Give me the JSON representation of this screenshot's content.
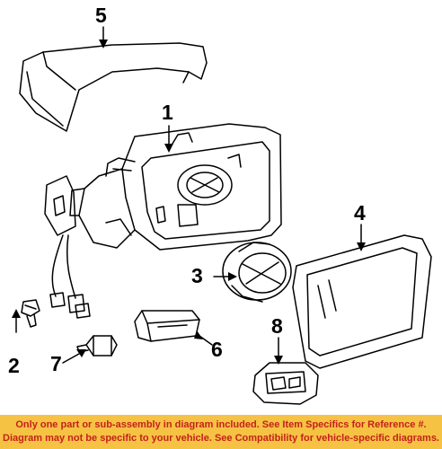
{
  "callouts": {
    "c1": "1",
    "c2": "2",
    "c3": "3",
    "c4": "4",
    "c5": "5",
    "c6": "6",
    "c7": "7",
    "c8": "8"
  },
  "footer": {
    "line1": "Only one part or sub-assembly in diagram included. See Item Specifics for Reference #.",
    "line2": "Diagram may not be specific to your vehicle. See Compatibility for vehicle-specific diagrams."
  },
  "colors": {
    "footer_bg": "#f6c244",
    "footer_text": "#c4221a",
    "line_art": "#000000"
  }
}
